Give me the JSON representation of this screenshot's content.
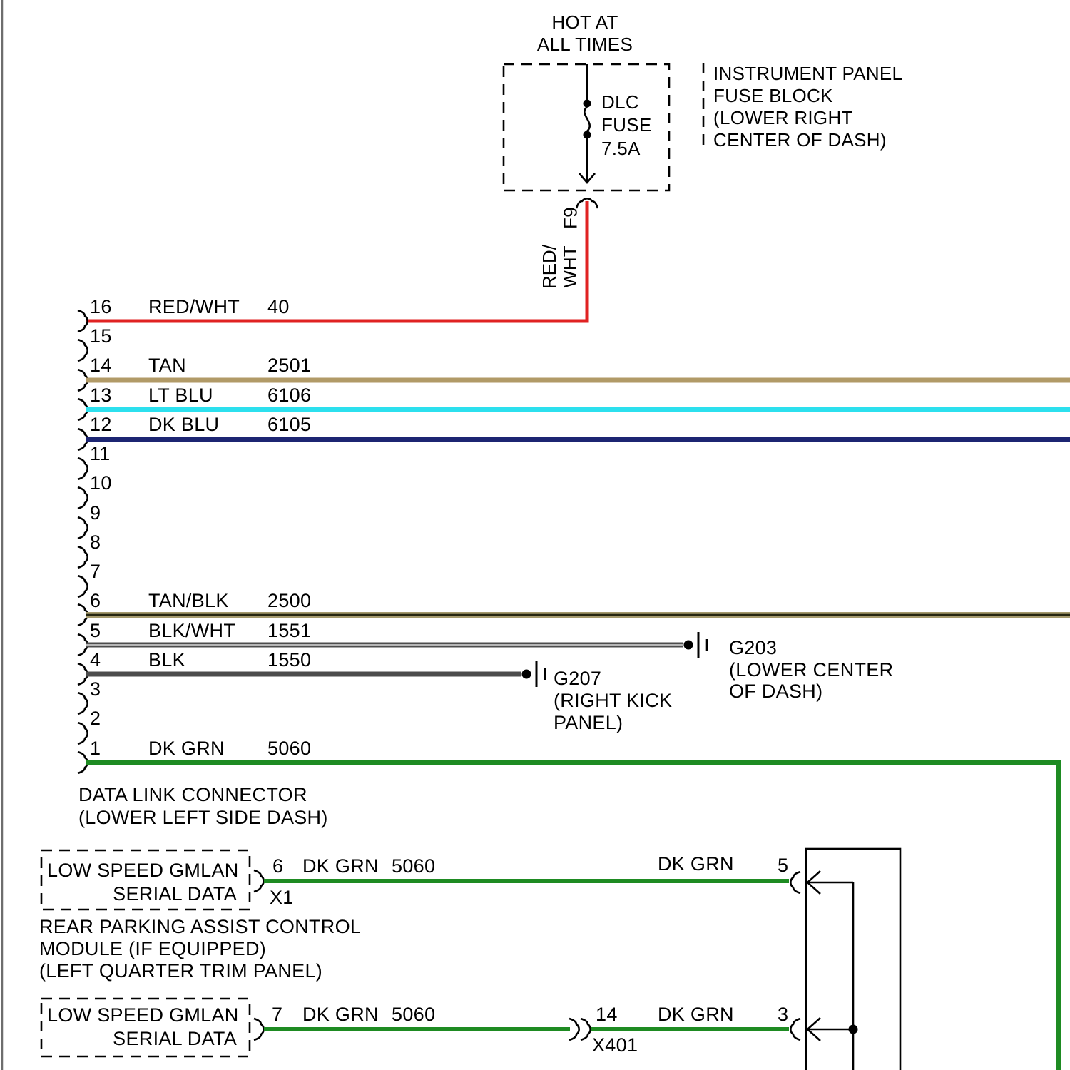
{
  "fuse_block": {
    "hot_lines": [
      "HOT AT",
      "ALL TIMES"
    ],
    "fuse_lines": [
      "DLC",
      "FUSE",
      "7.5A"
    ],
    "name_lines": [
      "INSTRUMENT PANEL",
      "FUSE BLOCK",
      "(LOWER RIGHT",
      "CENTER OF DASH)"
    ],
    "pin": "F9",
    "wire_label_lines": [
      "RED/",
      "WHT"
    ]
  },
  "dlc": {
    "name_lines": [
      "DATA LINK CONNECTOR",
      "(LOWER LEFT SIDE DASH)"
    ],
    "pins": [
      {
        "num": "16",
        "color": "RED/WHT",
        "circuit": "40"
      },
      {
        "num": "15"
      },
      {
        "num": "14",
        "color": "TAN",
        "circuit": "2501"
      },
      {
        "num": "13",
        "color": "LT BLU",
        "circuit": "6106"
      },
      {
        "num": "12",
        "color": "DK BLU",
        "circuit": "6105"
      },
      {
        "num": "11"
      },
      {
        "num": "10"
      },
      {
        "num": "9"
      },
      {
        "num": "8"
      },
      {
        "num": "7"
      },
      {
        "num": "6",
        "color": "TAN/BLK",
        "circuit": "2500"
      },
      {
        "num": "5",
        "color": "BLK/WHT",
        "circuit": "1551"
      },
      {
        "num": "4",
        "color": "BLK",
        "circuit": "1550"
      },
      {
        "num": "3"
      },
      {
        "num": "2"
      },
      {
        "num": "1",
        "color": "DK GRN",
        "circuit": "5060"
      }
    ]
  },
  "grounds": {
    "g203": {
      "id": "G203",
      "loc_lines": [
        "(LOWER CENTER",
        "OF DASH)"
      ]
    },
    "g207": {
      "id": "G207",
      "loc_lines": [
        "(RIGHT KICK",
        "PANEL)"
      ]
    }
  },
  "rear_module": {
    "box1_lines": [
      "LOW SPEED GMLAN",
      "SERIAL DATA"
    ],
    "box2_lines": [
      "LOW SPEED GMLAN",
      "SERIAL DATA"
    ],
    "name_lines": [
      "REAR PARKING ASSIST CONTROL",
      "MODULE (IF EQUIPPED)",
      "(LEFT QUARTER TRIM PANEL)"
    ],
    "wire1": {
      "pin_left": "6",
      "conn_left": "X1",
      "color": "DK GRN",
      "circuit": "5060",
      "color_right": "DK GRN",
      "pin_right": "5"
    },
    "wire2": {
      "pin_left": "7",
      "color": "DK GRN",
      "circuit": "5060",
      "inline_pin": "14",
      "inline_id": "X401",
      "color_right": "DK GRN",
      "pin_right": "3"
    }
  },
  "colors": {
    "red_wht": "#e02222",
    "tan": "#b19a67",
    "lt_blu": "#2ce0ee",
    "dk_blu": "#1c2572",
    "tan_blk": "#a59a6d",
    "blk": "#4c4c4c",
    "dk_grn": "#1e8b22"
  }
}
